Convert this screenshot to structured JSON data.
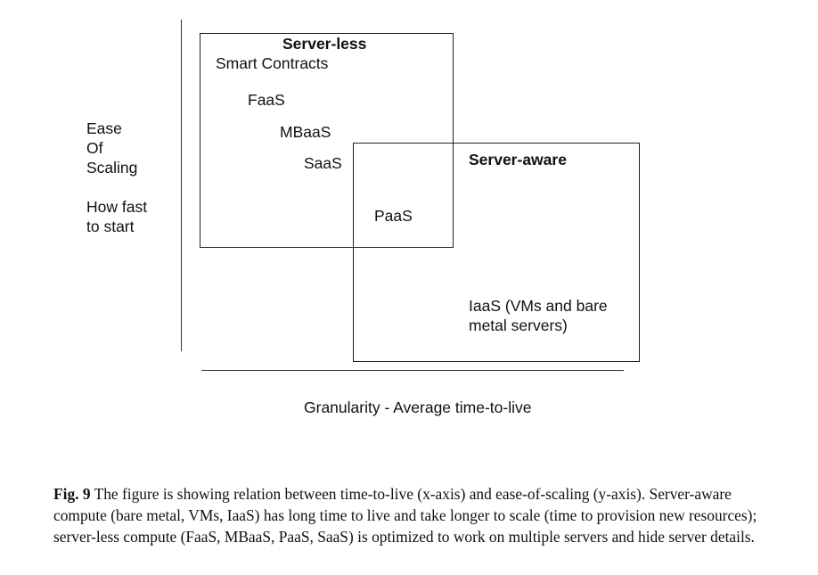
{
  "diagram": {
    "y_axis_label": [
      "Ease",
      "Of",
      "Scaling"
    ],
    "y_axis_sublabel": [
      "How fast",
      "to start"
    ],
    "x_axis_label": "Granularity - Average time-to-live",
    "serverless_box": {
      "title": "Server-less",
      "items": [
        "Smart Contracts",
        "FaaS",
        "MBaaS",
        "SaaS"
      ]
    },
    "overlap_item": "PaaS",
    "serveraware_box": {
      "title": "Server-aware",
      "items": [
        "IaaS (VMs and bare",
        "metal servers)"
      ]
    }
  },
  "caption": {
    "fig_label": "Fig. 9",
    "text": "The figure is showing relation between time-to-live (x-axis) and ease-of-scaling (y-axis). Server-aware compute (bare metal, VMs, IaaS) has long time to live and take longer to scale (time to provision new resources); server-less compute (FaaS, MBaaS, PaaS, SaaS) is optimized to work on multiple servers and hide server details."
  }
}
